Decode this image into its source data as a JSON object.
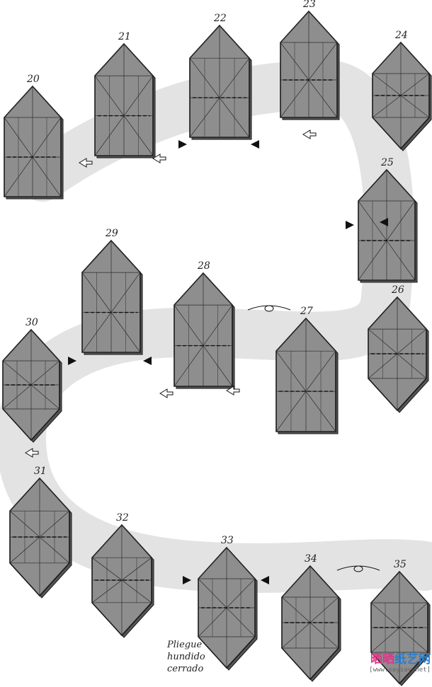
{
  "steps": [
    {
      "number": "20"
    },
    {
      "number": "21"
    },
    {
      "number": "22"
    },
    {
      "number": "23"
    },
    {
      "number": "24"
    },
    {
      "number": "25"
    },
    {
      "number": "26"
    },
    {
      "number": "27"
    },
    {
      "number": "28"
    },
    {
      "number": "29"
    },
    {
      "number": "30"
    },
    {
      "number": "31"
    },
    {
      "number": "32"
    },
    {
      "number": "33"
    },
    {
      "number": "34"
    },
    {
      "number": "35"
    }
  ],
  "caption": {
    "line1": "Pliegue",
    "line2": "hundido",
    "line3": "cerrado"
  },
  "watermark": {
    "part1": "晒晒",
    "part2": "纸艺网",
    "url": "[www.saysay.net]"
  },
  "colors": {
    "paper": "#8e8e8e",
    "outline": "#1a1a1a",
    "path": "#e6e6e6",
    "wm1": "#e8308a",
    "wm2": "#2a7fd0"
  }
}
